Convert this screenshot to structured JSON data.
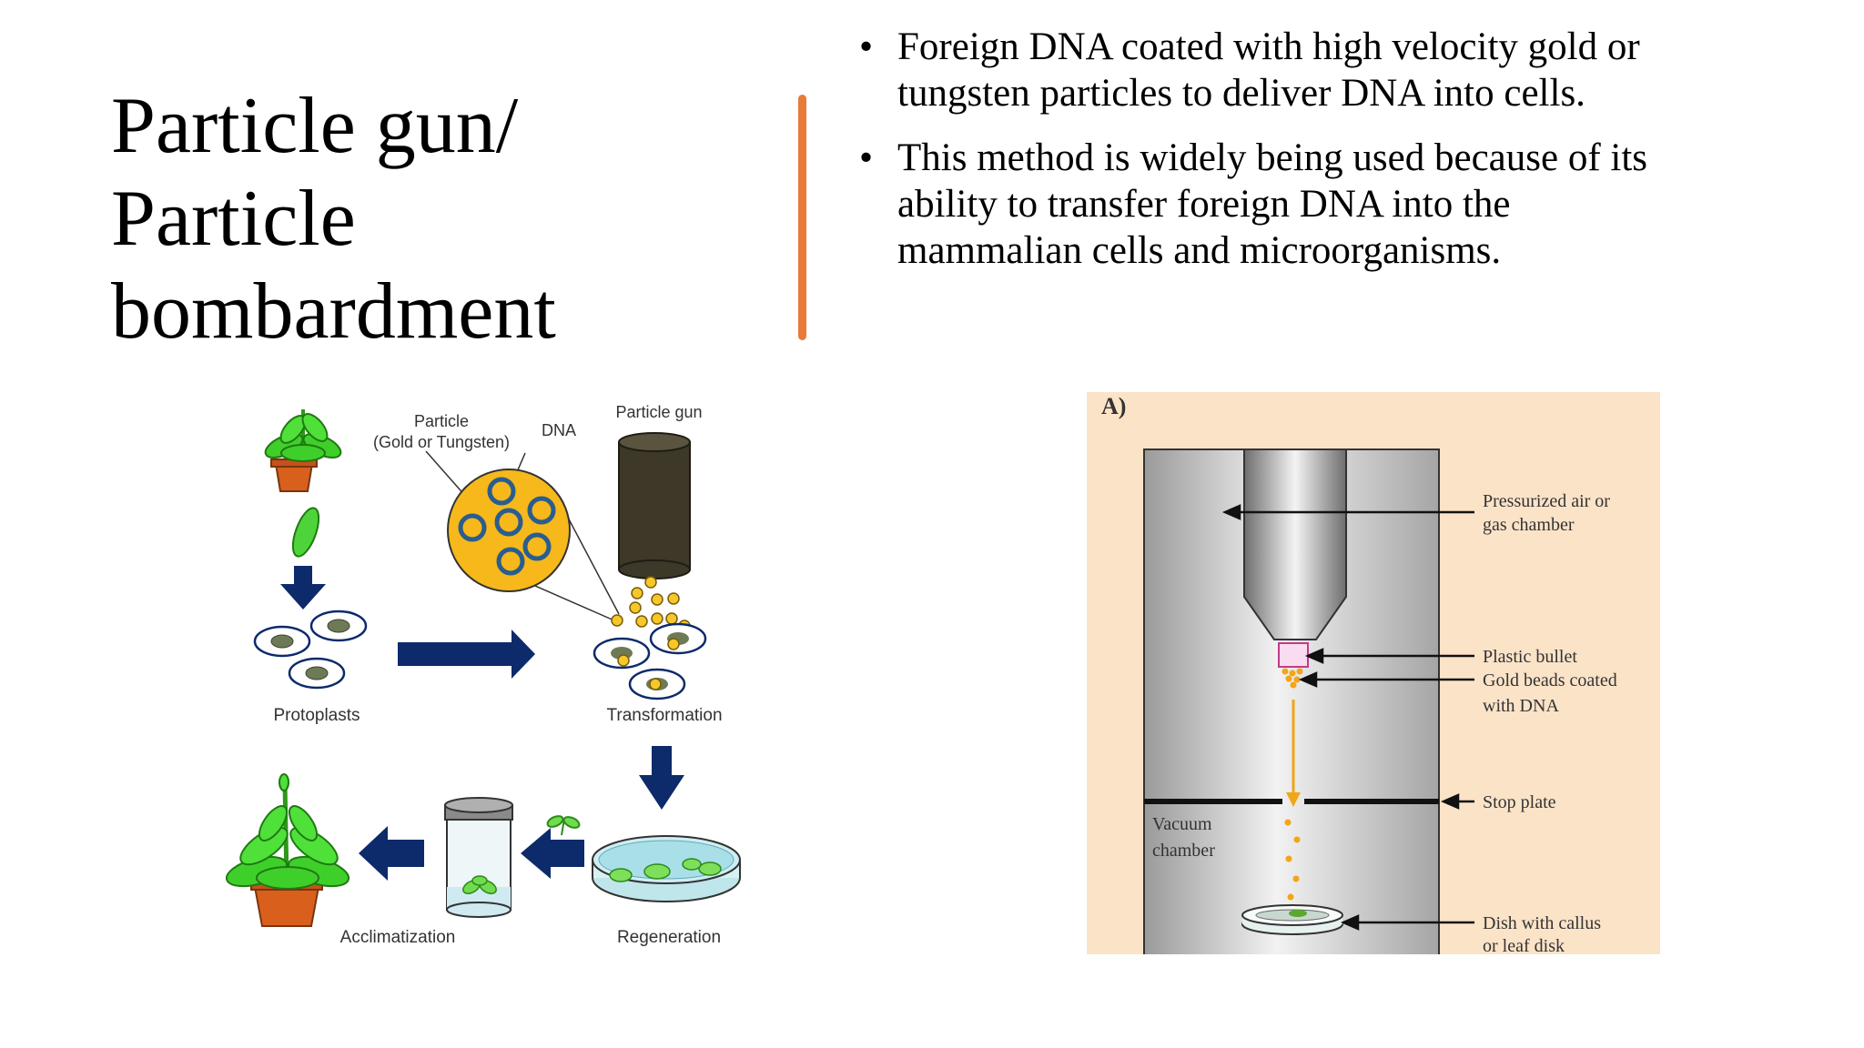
{
  "slide": {
    "title_lines": [
      "Particle gun/",
      "Particle",
      "bombardment"
    ],
    "bullets": [
      {
        "lines": [
          "Foreign DNA coated with high velocity gold or",
          "tungsten particles to deliver DNA into cells."
        ]
      },
      {
        "lines": [
          "This method is widely being used because of its",
          "ability to transfer foreign DNA into the",
          "mammalian cells and microorganisms."
        ]
      }
    ],
    "bullet_glyph": "•",
    "accent_color": "#e87a3a"
  },
  "left_diagram": {
    "labels": {
      "particle": "Particle",
      "gold_tungsten": "(Gold or Tungsten)",
      "dna": "DNA",
      "particle_gun": "Particle gun",
      "protoplasts": "Protoplasts",
      "transformation": "Transformation",
      "regeneration": "Regeneration",
      "acclimatization": "Acclimatization"
    },
    "colors": {
      "plant_green": "#3fcf2a",
      "pot": "#d9601c",
      "arrow": "#0d2a6b",
      "particle_gold": "#f6b81a",
      "gun": "#3d3828"
    }
  },
  "right_diagram": {
    "panel_label": "A)",
    "labels": {
      "pressurized_1": "Pressurized air  or",
      "pressurized_2": "gas chamber",
      "plastic_bullet": "Plastic bullet",
      "gold_beads_1": "Gold beads coated",
      "gold_beads_2": "with DNA",
      "stop_plate": "Stop plate",
      "vacuum_1": "Vacuum",
      "vacuum_2": "chamber",
      "dish_1": "Dish with callus",
      "dish_2": "or leaf disk"
    },
    "colors": {
      "background": "#fbe3c8",
      "beam": "#f2a516"
    }
  }
}
